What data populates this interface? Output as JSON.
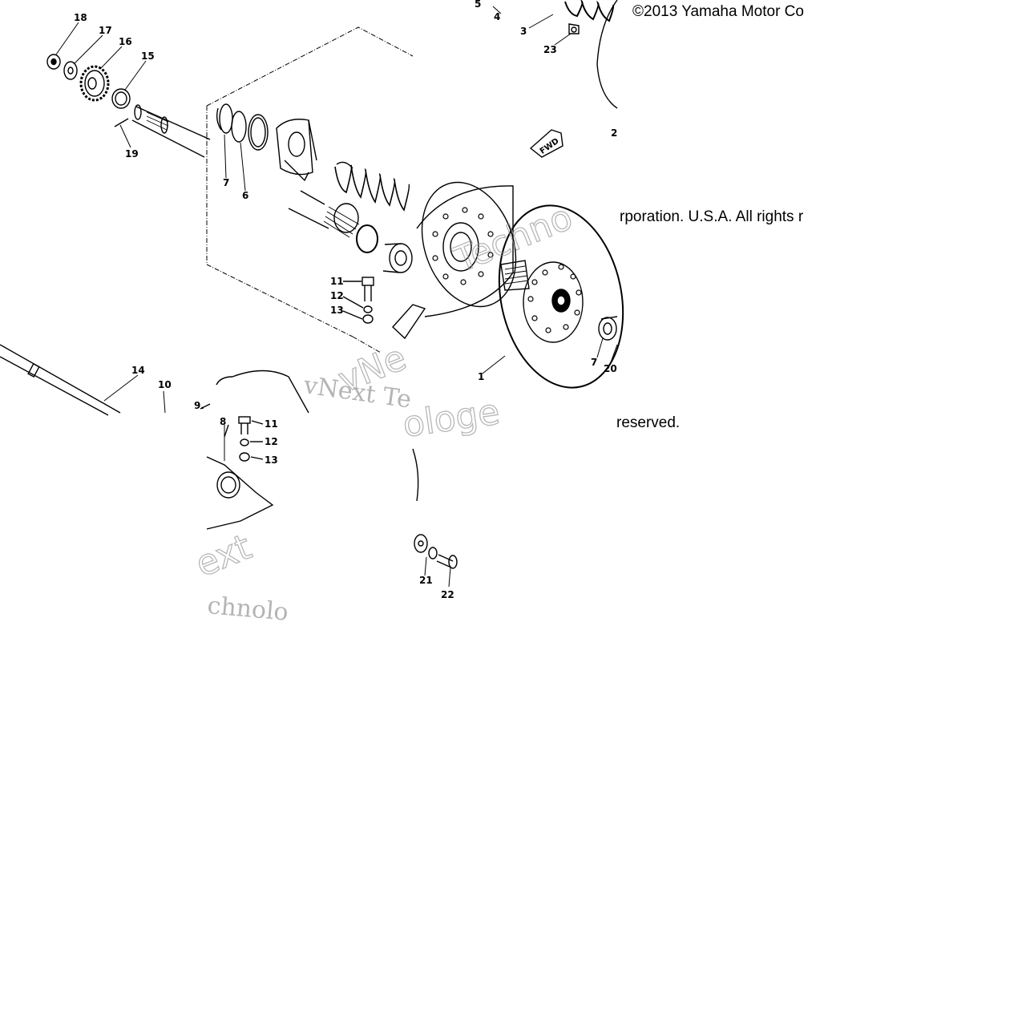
{
  "copyright": {
    "line1": "©2013 Yamaha Motor Co",
    "line2": "rporation. U.S.A. All rights r",
    "line3": "reserved."
  },
  "watermark": {
    "text_a": "vNext Te",
    "text_b": "Techno",
    "text_c": "ext",
    "text_d": "chnolo",
    "text_e": "vNe",
    "text_f": "ologe"
  },
  "fwd_arrow": {
    "label": "FWD"
  },
  "callouts": {
    "c1": "1",
    "c2": "2",
    "c3": "3",
    "c4": "4",
    "c5": "5",
    "c6": "6",
    "c7a": "7",
    "c7b": "7",
    "c8": "8",
    "c9": "9.",
    "c10": "10",
    "c11a": "11",
    "c11b": "11",
    "c12a": "12",
    "c12b": "12",
    "c13a": "13",
    "c13b": "13",
    "c14": "14",
    "c15": "15",
    "c16": "16",
    "c17": "17",
    "c18": "18",
    "c19": "19",
    "c20": "20",
    "c21": "21",
    "c22": "22",
    "c23": "23"
  }
}
